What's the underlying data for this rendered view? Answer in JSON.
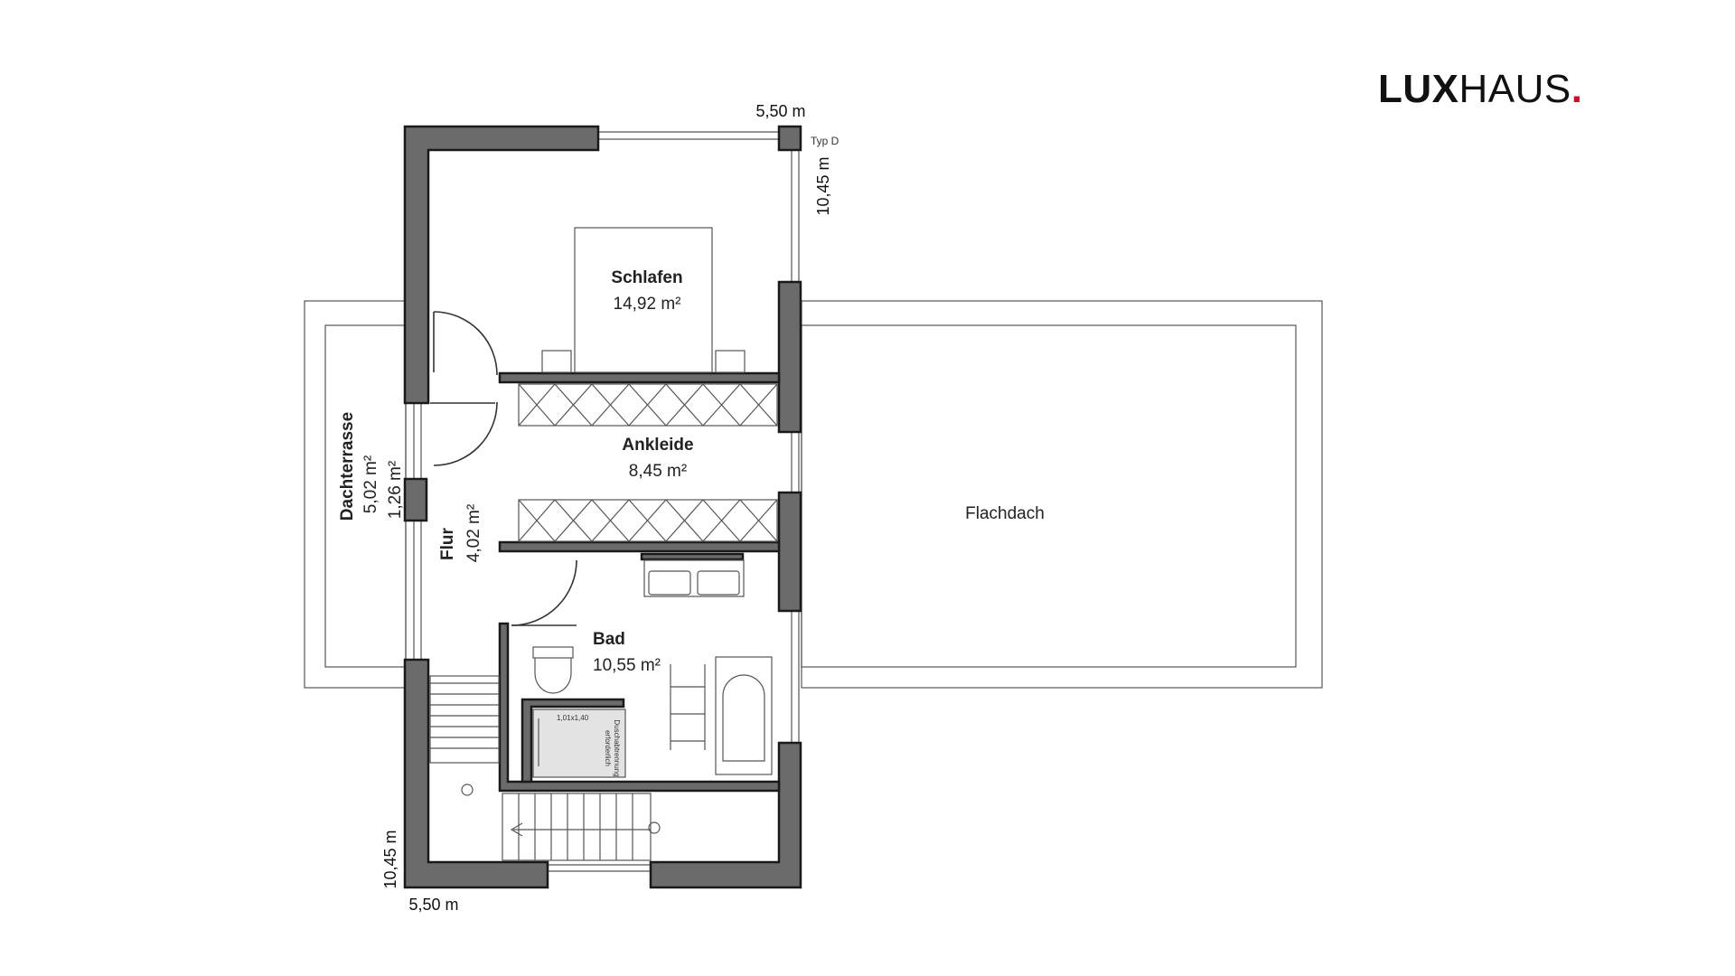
{
  "brand": {
    "logo_bold": "LUX",
    "logo_regular": "HAUS",
    "logo_dot": ".",
    "accent_color": "#c8102e"
  },
  "dimensions": {
    "top_width": "5,50 m",
    "top_depth": "10,45 m",
    "type": "Typ D",
    "bottom_width": "5,50 m",
    "bottom_depth": "10,45 m"
  },
  "rooms": {
    "schlafen": {
      "name": "Schlafen",
      "area": "14,92 m²"
    },
    "ankleide": {
      "name": "Ankleide",
      "area": "8,45 m²"
    },
    "flur": {
      "name": "Flur",
      "area": "4,02 m²"
    },
    "bad": {
      "name": "Bad",
      "area": "10,55 m²"
    },
    "dachterrasse": {
      "name": "Dachterrasse",
      "area": "5,02 m²",
      "area2": "1,26 m²"
    },
    "flachdach": {
      "name": "Flachdach"
    }
  },
  "shower": {
    "size": "1,01x1,40",
    "note_line1": "Duschabtrennung",
    "note_line2": "erforderlich"
  },
  "colors": {
    "wall_fill": "#6b6b6b",
    "line": "#555555",
    "shower_fill": "#e3e3e3"
  }
}
